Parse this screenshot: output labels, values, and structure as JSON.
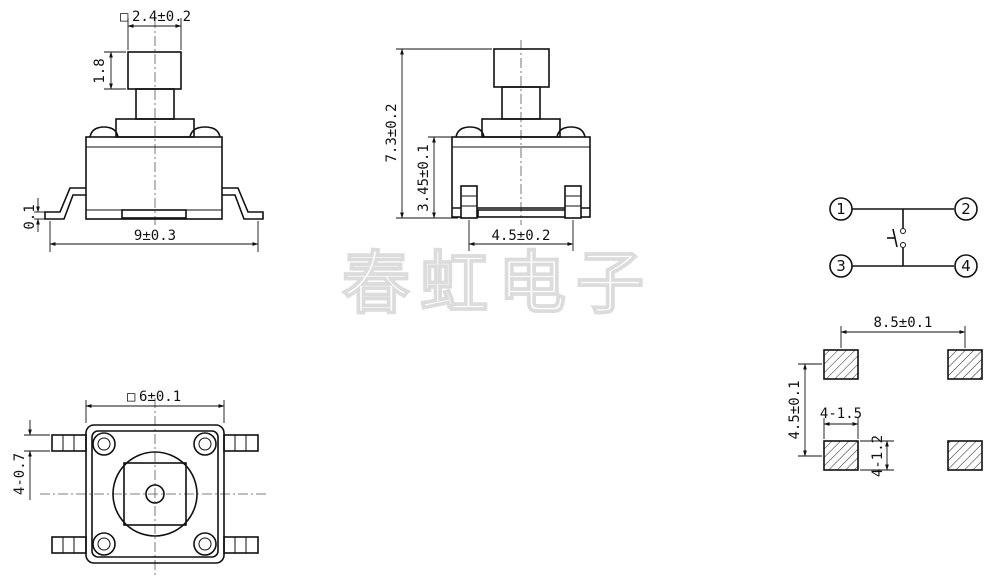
{
  "watermark": "春虹电子",
  "front_view": {
    "actuator_width": "2.4±0.2",
    "actuator_width_prefix": "□",
    "actuator_height": "1.8",
    "body_width": "9±0.3",
    "lead_thickness": "0.1"
  },
  "side_view": {
    "total_height": "7.3±0.2",
    "body_height": "3.45±0.1",
    "lead_pitch": "4.5±0.2"
  },
  "top_view": {
    "body_size_prefix": "□",
    "body_size": "6±0.1",
    "lead_width": "4-0.7"
  },
  "schematic": {
    "pins": [
      "1",
      "2",
      "3",
      "4"
    ]
  },
  "pad_layout": {
    "pitch_x": "8.5±0.1",
    "pitch_y": "4.5±0.1",
    "pad_width": "4-1.5",
    "pad_height": "4-1.2"
  }
}
